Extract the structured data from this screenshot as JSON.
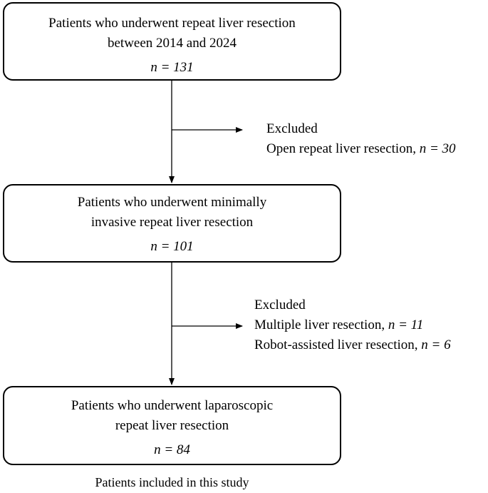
{
  "boxes": [
    {
      "line1": "Patients who underwent repeat liver resection",
      "line2": "between 2014 and 2024",
      "count": "n = 131"
    },
    {
      "line1": "Patients who underwent minimally",
      "line2": "invasive repeat liver resection",
      "count": "n = 101"
    },
    {
      "line1": "Patients who underwent laparoscopic",
      "line2": "repeat liver resection",
      "count": "n = 84"
    }
  ],
  "exclusions": [
    {
      "title": "Excluded",
      "items": [
        {
          "text": "Open repeat liver resection, ",
          "count": "n = 30"
        }
      ]
    },
    {
      "title": "Excluded",
      "items": [
        {
          "text": "Multiple liver resection, ",
          "count": "n = 11"
        },
        {
          "text": "Robot-assisted liver resection, ",
          "count": "n = 6"
        }
      ]
    }
  ],
  "footer": "Patients included in this study"
}
